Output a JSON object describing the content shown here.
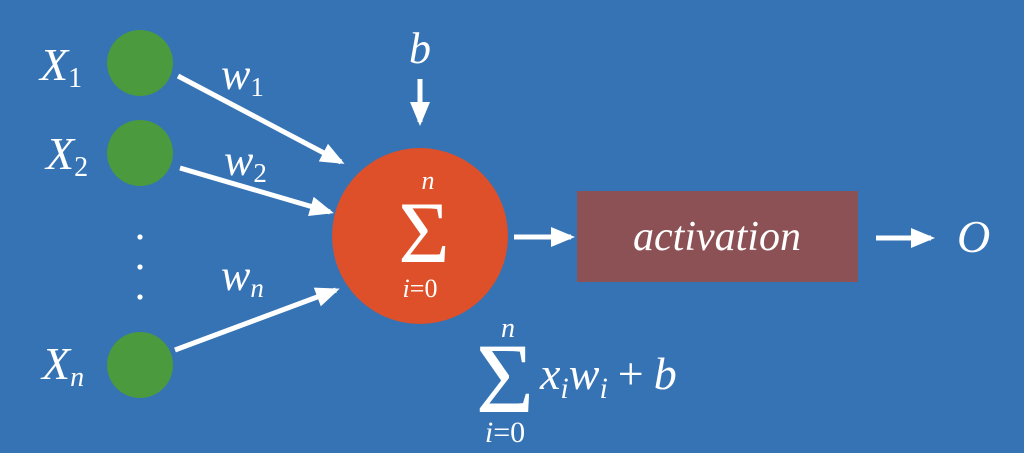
{
  "diagram": {
    "inputs": [
      {
        "var": "X",
        "sub": "1"
      },
      {
        "var": "X",
        "sub": "2"
      },
      {
        "var": "X",
        "sub": "n"
      }
    ],
    "weights": [
      {
        "var": "w",
        "sub": "1"
      },
      {
        "var": "w",
        "sub": "2"
      },
      {
        "var": "w",
        "sub": "n"
      }
    ],
    "bias": "b",
    "summation_node": {
      "symbol": "Σ",
      "upper": "n",
      "lower_var": "i",
      "lower_rest": "=0"
    },
    "activation": "activation",
    "output": "O",
    "formula": {
      "symbol": "Σ",
      "upper": "n",
      "lower_var": "i",
      "lower_rest": "=0",
      "x": "x",
      "x_sub": "i",
      "w": "w",
      "w_sub": "i",
      "plus": "+",
      "b": "b"
    }
  },
  "colors": {
    "background": "#3573b5",
    "input_node": "#4b9a3d",
    "sum_node": "#de5029",
    "activation_box": "#8c5155",
    "foreground": "#ffffff"
  }
}
